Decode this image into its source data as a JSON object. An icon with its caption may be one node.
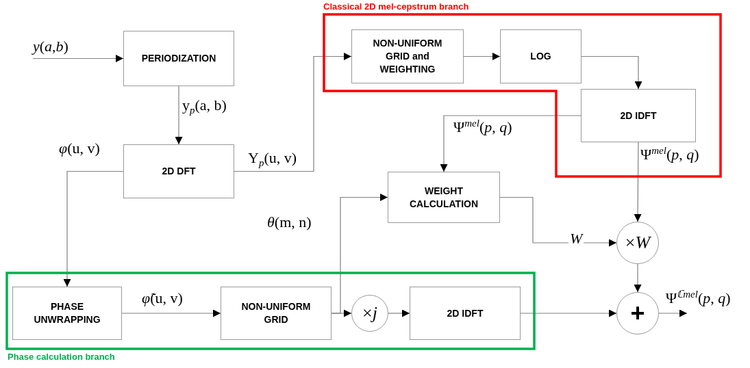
{
  "diagram": {
    "nodes": [
      {
        "text": [
          "PERIODIZATION"
        ]
      },
      {
        "text": [
          "2D DFT"
        ]
      },
      {
        "text": [
          "Classical 2D mel-cepstrum branch"
        ]
      },
      {
        "text": [
          "NON-UNIFORM GRID and WEIGHTING"
        ],
        "in": 2
      },
      {
        "text": [
          "LOG"
        ],
        "in": 2
      },
      {
        "text": [
          "2D IDFT"
        ],
        "in": 2
      },
      {
        "text": [
          "WEIGHT CALCULATION"
        ]
      },
      {
        "text": [
          "×*W*"
        ]
      },
      {
        "text": [
          "+"
        ]
      },
      {
        "text": [
          "Phase calculation branch"
        ]
      },
      {
        "text": [
          "PHASE UNWRAPPING"
        ],
        "in": 9
      },
      {
        "text": [
          "NON-UNIFORM GRID"
        ],
        "in": 9
      },
      {
        "text": [
          "×*j*"
        ],
        "in": 9
      },
      {
        "text": [
          "2D IDFT"
        ],
        "in": 9
      }
    ],
    "edges": [
      {
        "from": null,
        "to": 0,
        "arrow": "to",
        "label": "*y*(*a*,*b*)"
      },
      {
        "from": 0,
        "to": 1,
        "arrow": "to",
        "label": "y$_{p}$(a, b)"
      },
      {
        "from": 1,
        "to": 3,
        "arrow": "to",
        "label": "Y$_{p}$(u, v)"
      },
      {
        "from": 3,
        "to": 4,
        "arrow": "to"
      },
      {
        "from": 4,
        "to": 5,
        "arrow": "to"
      },
      {
        "from": 5,
        "to": 6,
        "arrow": "to",
        "label": "Ψ$^{mel}$(*p*, *q*)"
      },
      {
        "from": 5,
        "to": 7,
        "arrow": "to",
        "label": "Ψ$^{mel}$(*p*, *q*)"
      },
      {
        "from": 1,
        "to": 10,
        "arrow": "to",
        "label": "*φ*(u, v)"
      },
      {
        "from": 10,
        "to": 11,
        "arrow": "to",
        "label": "*φ̃*(u, v)"
      },
      {
        "from": 11,
        "to": 12,
        "arrow": "to"
      },
      {
        "from": 11,
        "to": 6,
        "arrow": "to",
        "label": "*θ*(m, n)"
      },
      {
        "from": 6,
        "to": 7,
        "arrow": "to",
        "label": "*W*"
      },
      {
        "from": 12,
        "to": 13,
        "arrow": "to"
      },
      {
        "from": 13,
        "to": 8,
        "arrow": "to"
      },
      {
        "from": 7,
        "to": 8,
        "arrow": "to"
      },
      {
        "from": 8,
        "to": null,
        "arrow": "to",
        "label": "Ψ$^{ℂmel}$(*p*, *q*)"
      }
    ]
  }
}
